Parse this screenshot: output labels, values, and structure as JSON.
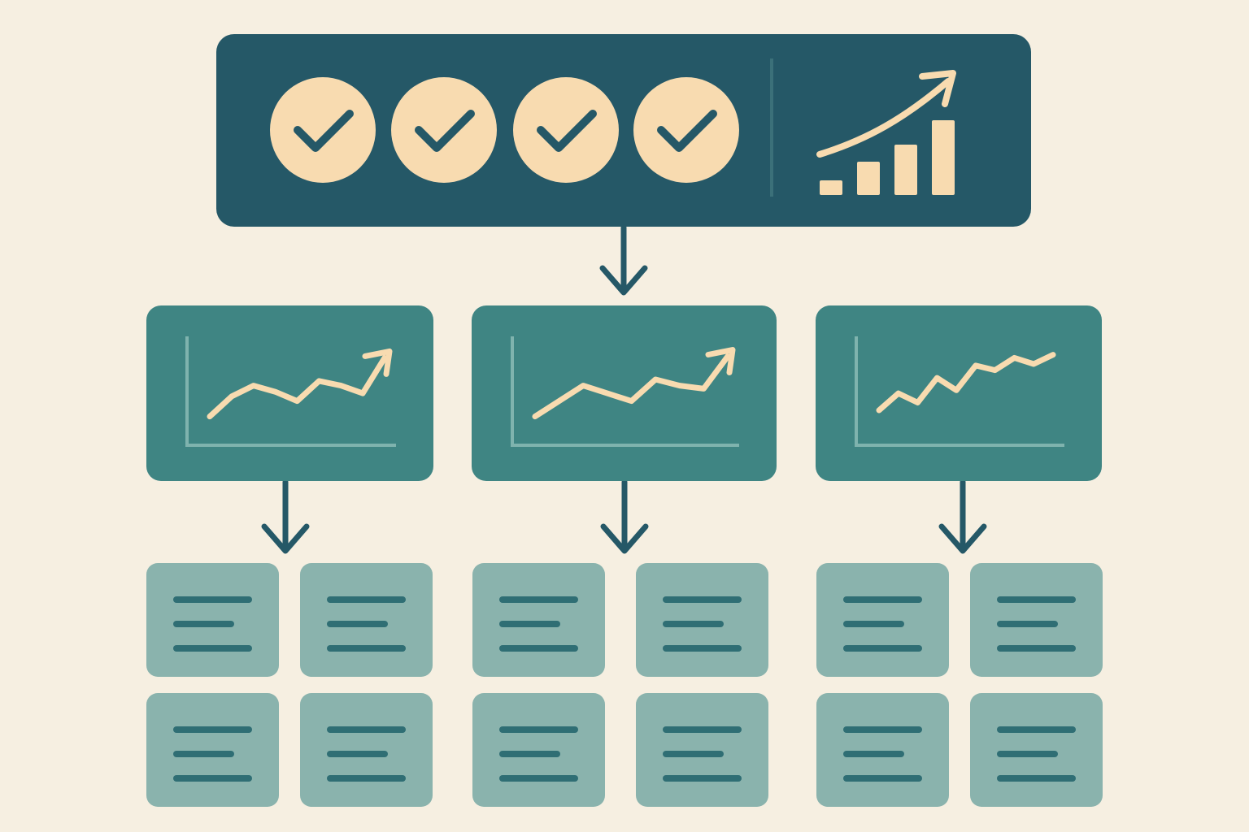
{
  "colors": {
    "background": "#f6efe1",
    "top_panel": "#255867",
    "chart_panel": "#3f8583",
    "doc_card": "#8ab3ad",
    "accent": "#f8dbb0",
    "arrow": "#255867",
    "doc_lines": "#2f6e74"
  },
  "top_panel": {
    "checks": [
      {
        "icon": "check-circle-icon",
        "state": "checked"
      },
      {
        "icon": "check-circle-icon",
        "state": "checked"
      },
      {
        "icon": "check-circle-icon",
        "state": "checked"
      },
      {
        "icon": "check-circle-icon",
        "state": "checked"
      }
    ],
    "growth_icon": "bar-chart-growth-icon",
    "growth_bars": [
      0.17,
      0.43,
      0.69,
      1.0
    ]
  },
  "chart_panels": [
    {
      "icon": "line-chart-icon",
      "trend": [
        0.12,
        0.38,
        0.52,
        0.44,
        0.32,
        0.58,
        0.52,
        0.42,
        0.88
      ]
    },
    {
      "icon": "line-chart-icon",
      "trend": [
        0.12,
        0.32,
        0.52,
        0.42,
        0.32,
        0.6,
        0.52,
        0.48,
        0.9
      ]
    },
    {
      "icon": "line-chart-icon",
      "trend": [
        0.2,
        0.42,
        0.3,
        0.62,
        0.46,
        0.78,
        0.72,
        0.88,
        0.8,
        0.92
      ]
    }
  ],
  "doc_groups": [
    {
      "docs": 4,
      "icon": "document-lines-icon"
    },
    {
      "docs": 4,
      "icon": "document-lines-icon"
    },
    {
      "docs": 4,
      "icon": "document-lines-icon"
    }
  ]
}
